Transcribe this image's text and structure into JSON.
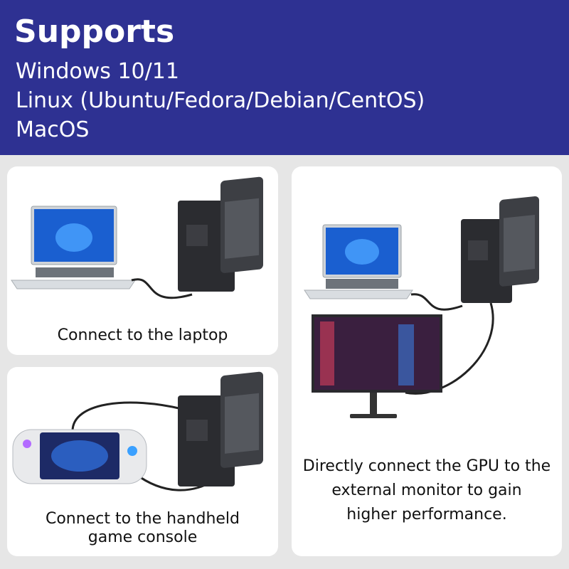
{
  "banner": {
    "title": "Supports",
    "os_list": [
      "Windows 10/11",
      "Linux (Ubuntu/Fedora/Debian/CentOS)",
      "MacOS"
    ]
  },
  "cards": {
    "laptop": {
      "caption": "Connect to the laptop"
    },
    "handheld": {
      "caption_lines": [
        "Connect to the handheld",
        "game console"
      ]
    },
    "monitor": {
      "caption_lines": [
        "Directly connect the GPU to the",
        "external monitor to gain",
        "higher performance."
      ]
    }
  },
  "colors": {
    "banner": "#2e3192",
    "background": "#e6e6e6",
    "card": "#ffffff"
  }
}
